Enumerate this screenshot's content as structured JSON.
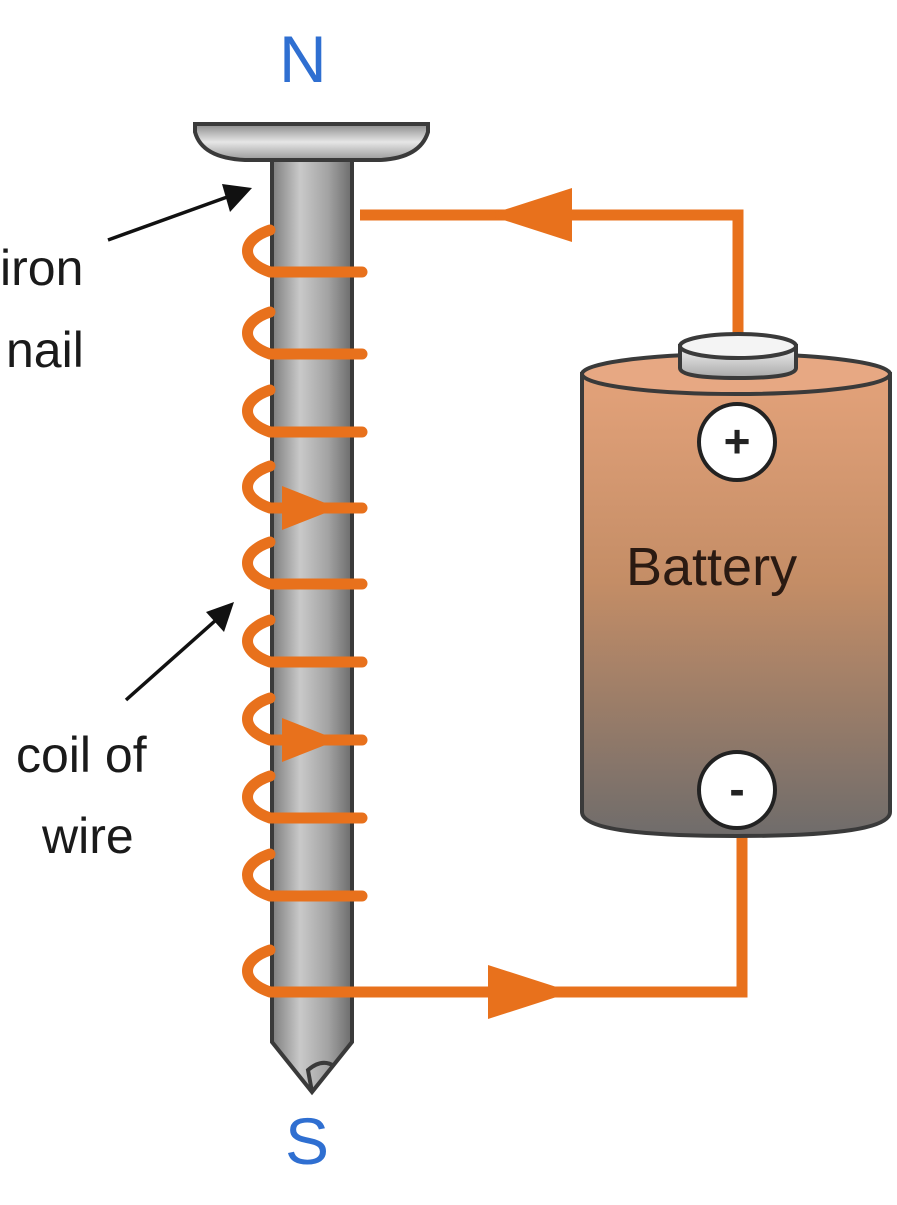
{
  "labels": {
    "north": "N",
    "south": "S",
    "iron_nail_line1": "iron",
    "iron_nail_line2": "nail",
    "coil_line1": "coil of",
    "coil_line2": "wire",
    "battery": "Battery",
    "plus": "+",
    "minus": "-"
  },
  "colors": {
    "wire": "#e8711c",
    "pole_text": "#2f6fd1",
    "battery_top": "#e3a27a",
    "battery_bottom": "#6f6c6b",
    "nail": "#a9a9a9"
  }
}
